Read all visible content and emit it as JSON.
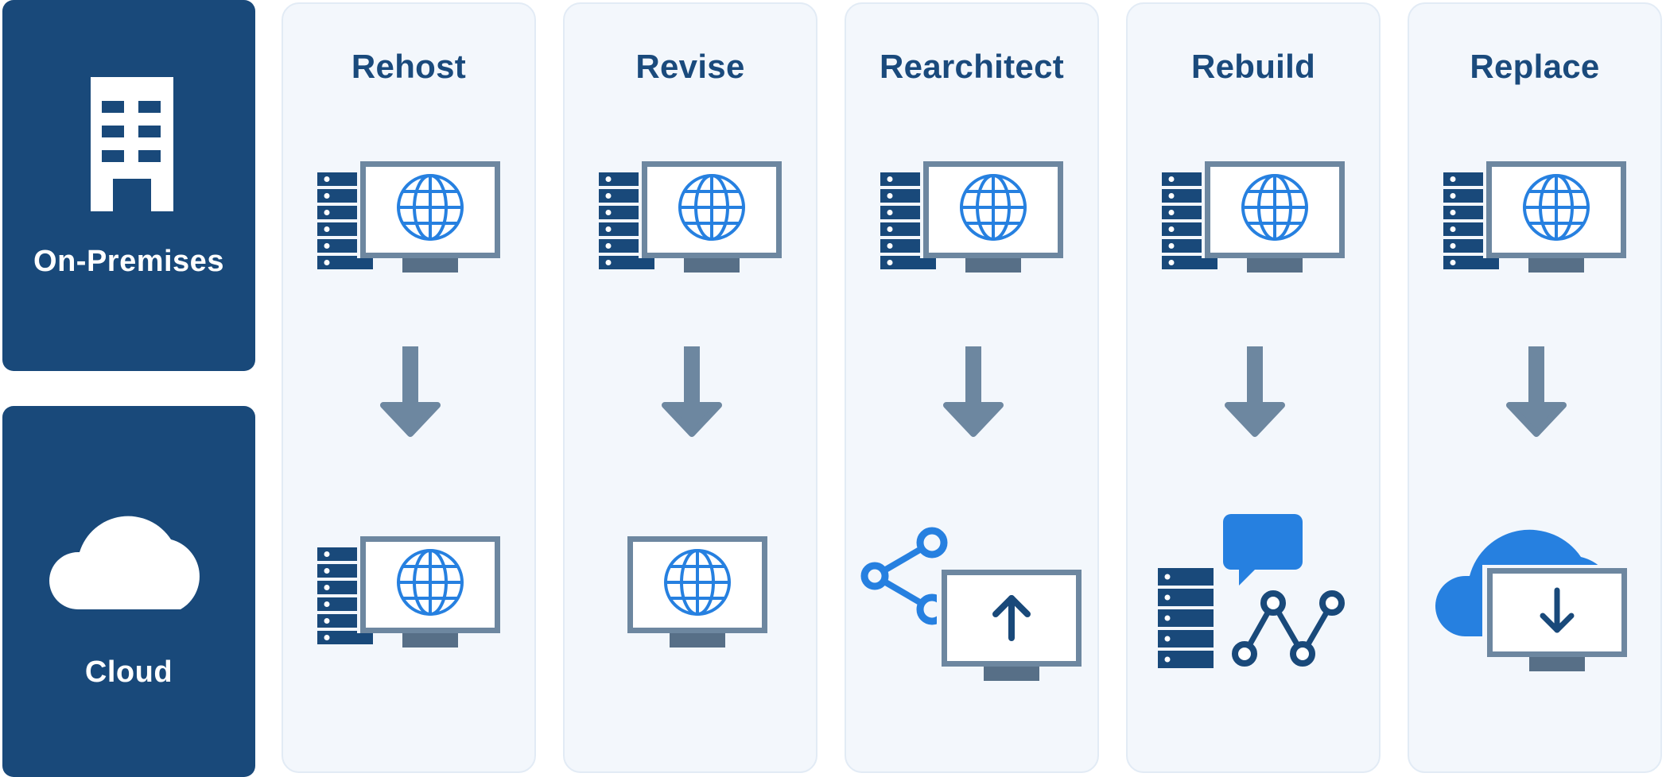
{
  "sections": {
    "on_premises": {
      "label": "On-Premises",
      "icon": "office-building-icon"
    },
    "cloud": {
      "label": "Cloud",
      "icon": "cloud-icon"
    }
  },
  "strategies": [
    {
      "title": "Rehost",
      "from_icon": "server-with-monitor-icon",
      "to_icon": "server-with-monitor-icon"
    },
    {
      "title": "Revise",
      "from_icon": "server-with-monitor-icon",
      "to_icon": "monitor-globe-icon"
    },
    {
      "title": "Rearchitect",
      "from_icon": "server-with-monitor-icon",
      "to_icon": "share-monitor-upload-icon"
    },
    {
      "title": "Rebuild",
      "from_icon": "server-with-monitor-icon",
      "to_icon": "server-chat-network-icon"
    },
    {
      "title": "Replace",
      "from_icon": "server-with-monitor-icon",
      "to_icon": "cloud-monitor-download-icon"
    }
  ],
  "colors": {
    "navy": "#19497a",
    "blue": "#2680e0",
    "slate": "#6d87a0",
    "column_bg": "#f3f7fc"
  }
}
